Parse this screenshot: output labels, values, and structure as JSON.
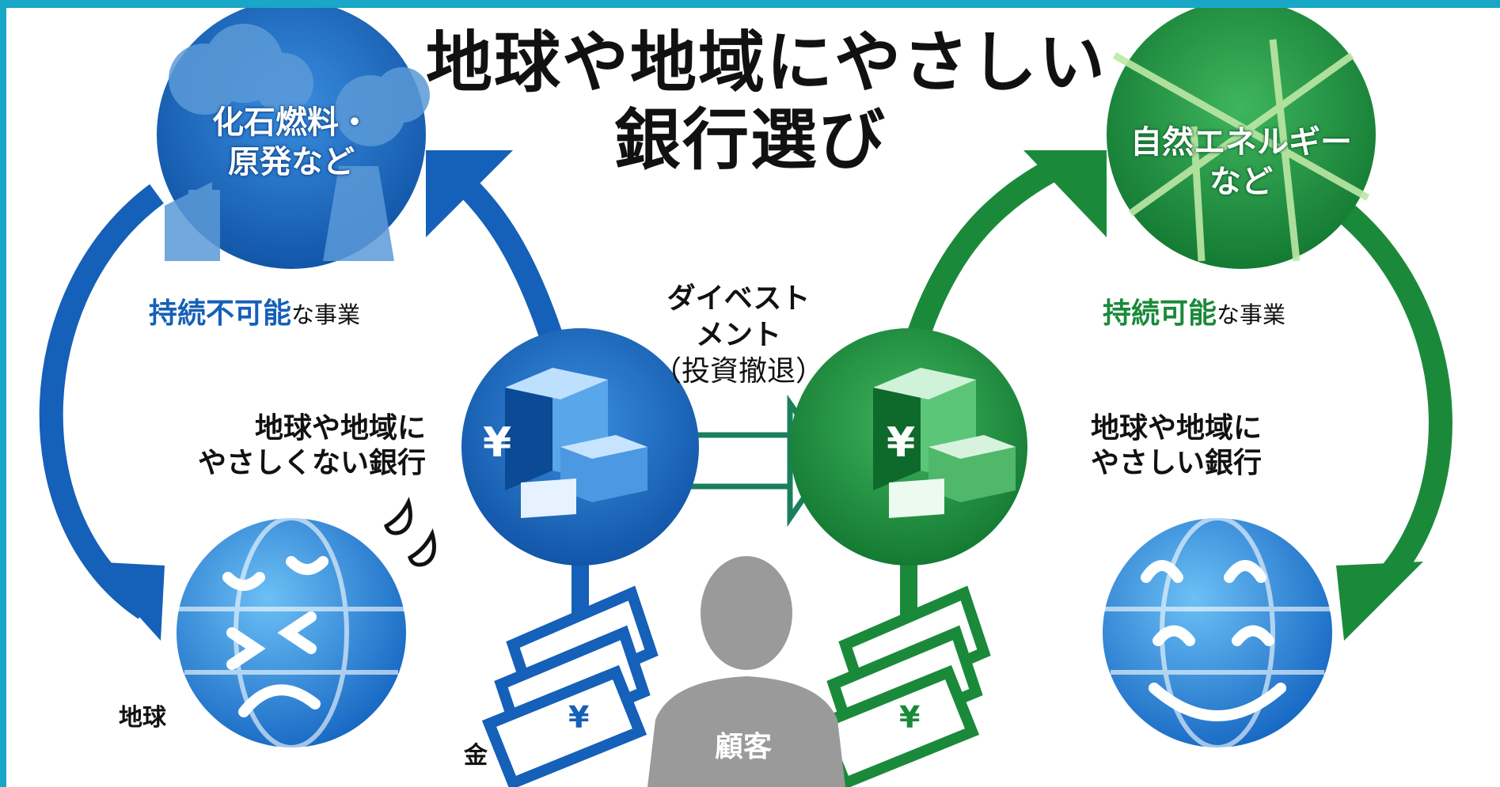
{
  "title": {
    "line1": "地球や地域にやさしい",
    "line2": "銀行選び"
  },
  "left": {
    "business_circle": {
      "line1": "化石燃料・",
      "line2": "原発など"
    },
    "business_label": {
      "emph": "持続不可能",
      "rest": "な事業"
    },
    "bank_label": {
      "line1": "地球や地域に",
      "line2": "やさしくない銀行"
    },
    "earth_label": "地球",
    "money_label": "金"
  },
  "right": {
    "business_circle": {
      "line1": "自然エネルギー",
      "line2": "など"
    },
    "business_label": {
      "emph": "持続可能",
      "rest": "な事業"
    },
    "bank_label": {
      "line1": "地球や地域に",
      "line2": "やさしい銀行"
    }
  },
  "center": {
    "divestment": {
      "line1": "ダイベスト",
      "line2": "メント",
      "line3": "（投資撤退）"
    },
    "customer_label": "顧客",
    "yen_symbol": "¥"
  },
  "colors": {
    "blue": "#1560b8",
    "green": "#1a8a3a",
    "frame": "#18a7c6",
    "customer_gray": "#9a9a9a"
  }
}
